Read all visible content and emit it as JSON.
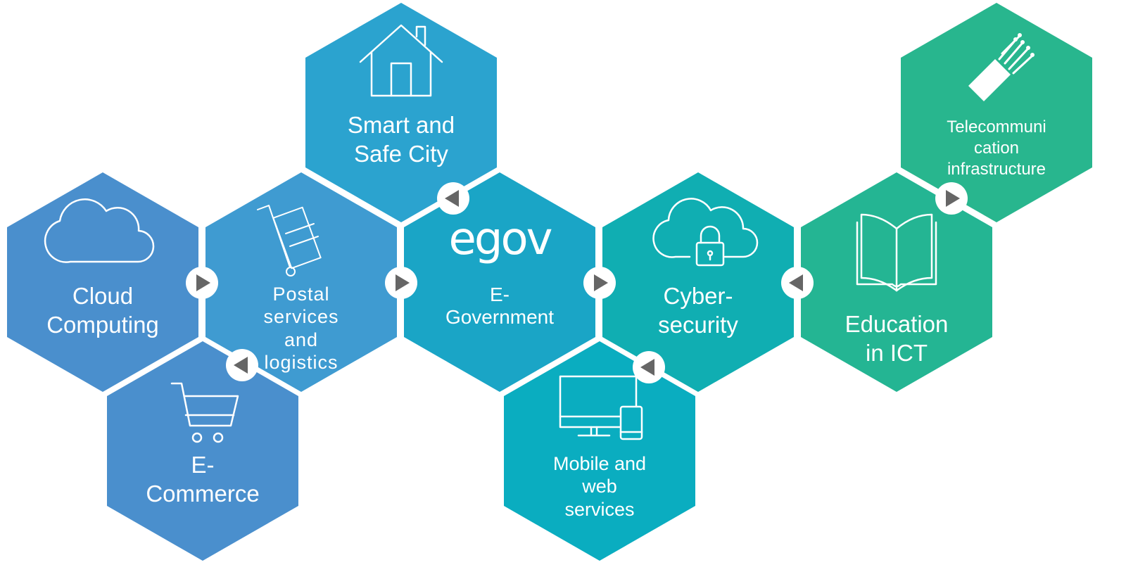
{
  "colors": {
    "cloud_computing": "#4a8fcd",
    "e_commerce": "#4a8fcd",
    "postal": "#3f9bd1",
    "smart_city": "#2ba3cf",
    "e_government": "#1aa5c6",
    "mobile_web": "#0aadc0",
    "cybersecurity": "#10aeb2",
    "education": "#24b593",
    "telecom": "#28b68e",
    "connector_fill": "#e8e8e8",
    "arrow": "#666666"
  },
  "hexagons": {
    "cloud_computing": {
      "label": "Cloud\nComputing",
      "icon": "cloud-icon"
    },
    "e_commerce": {
      "label": "E-\nCommerce",
      "icon": "shopping-cart-icon"
    },
    "postal": {
      "label": "Postal\nservices\nand\nlogistics",
      "icon": "hand-truck-icon"
    },
    "smart_city": {
      "label": "Smart and\nSafe City",
      "icon": "house-icon"
    },
    "e_government": {
      "label": "E-\nGovernment",
      "logo": "egov",
      "icon": "egov-logo"
    },
    "mobile_web": {
      "label": "Mobile and\nweb\nservices",
      "icon": "monitor-phone-icon"
    },
    "cybersecurity": {
      "label": "Cyber-\nsecurity",
      "icon": "cloud-lock-icon"
    },
    "education": {
      "label": "Education\nin ICT",
      "icon": "open-book-icon"
    },
    "telecom": {
      "label": "Telecommuni\ncation\ninfrastructure",
      "icon": "fiber-cable-icon"
    }
  }
}
